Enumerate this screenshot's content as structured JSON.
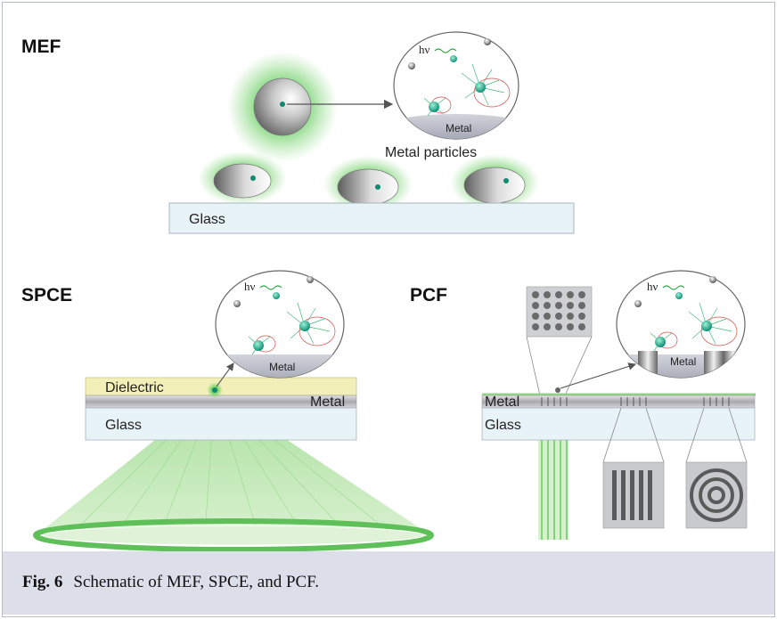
{
  "panels": {
    "mef": {
      "title": "MEF",
      "substrate_label": "Glass",
      "inset_metal_label": "Metal",
      "inset_hv_label": "hν",
      "particles_label": "Metal particles"
    },
    "spce": {
      "title": "SPCE",
      "dielectric_label": "Dielectric",
      "metal_label": "Metal",
      "glass_label": "Glass",
      "inset_metal_label": "Metal",
      "inset_hv_label": "hν"
    },
    "pcf": {
      "title": "PCF",
      "metal_label": "Metal",
      "glass_label": "Glass",
      "inset_metal_label": "Metal",
      "inset_hv_label": "hν"
    }
  },
  "caption": {
    "label": "Fig. 6",
    "text": "Schematic of MEF, SPCE, and PCF."
  },
  "colors": {
    "fluorescence_green": "#4cc24a",
    "glass_fill": "#e8f3f8",
    "dielectric_fill": "#f2f0b8",
    "metal_fill": "#b8b8bc",
    "caption_bg": "#dcdfea"
  }
}
